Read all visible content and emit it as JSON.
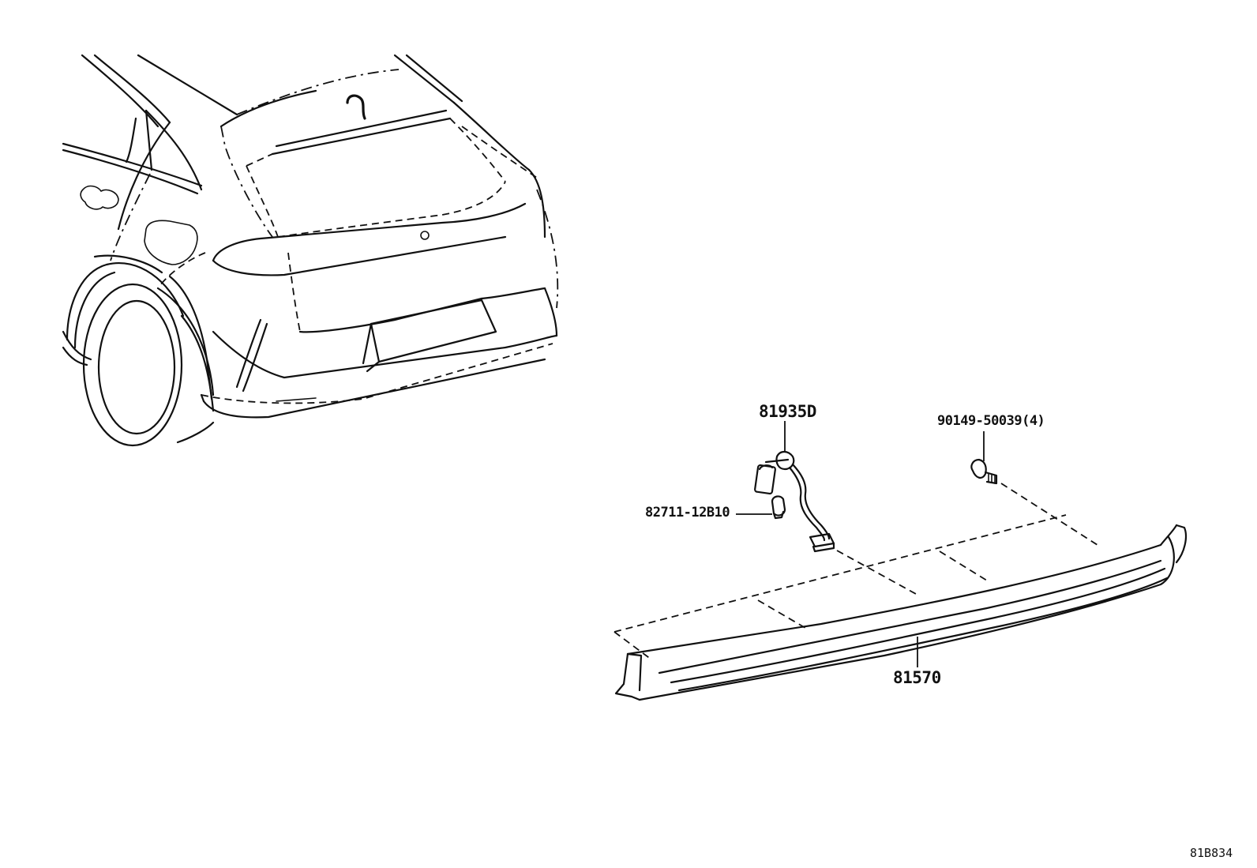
{
  "callouts": {
    "harness_label": "81935D",
    "screw_label": "90149-50039(4)",
    "bulb_label": "82711-12B10",
    "lamp_label": "81570"
  },
  "figure_id": "81B834"
}
